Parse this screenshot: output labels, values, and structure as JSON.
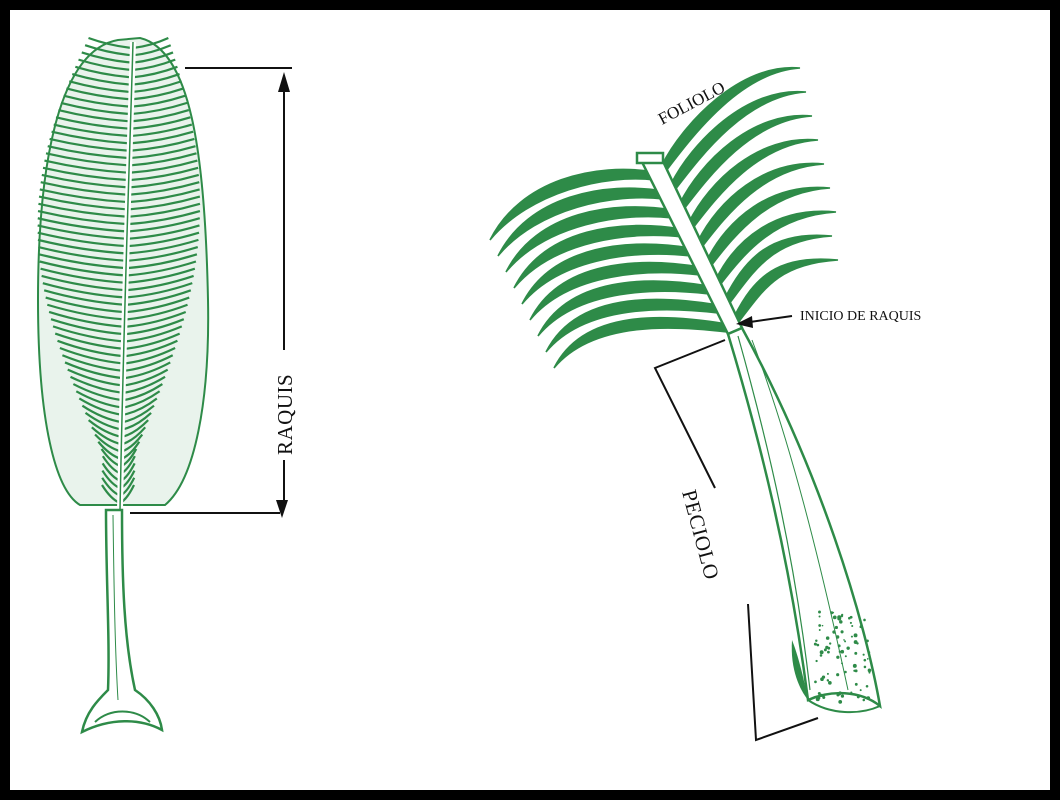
{
  "labels": {
    "raquis": "RAQUIS",
    "foliolo": "FOLIOLO",
    "inicio_raquis": "INICIO DE RAQUIS",
    "peciolo": "PECIOLO"
  },
  "colors": {
    "leaf_green": "#2e8b48",
    "ink": "#111111",
    "frame": "#000000",
    "background": "#ffffff"
  }
}
